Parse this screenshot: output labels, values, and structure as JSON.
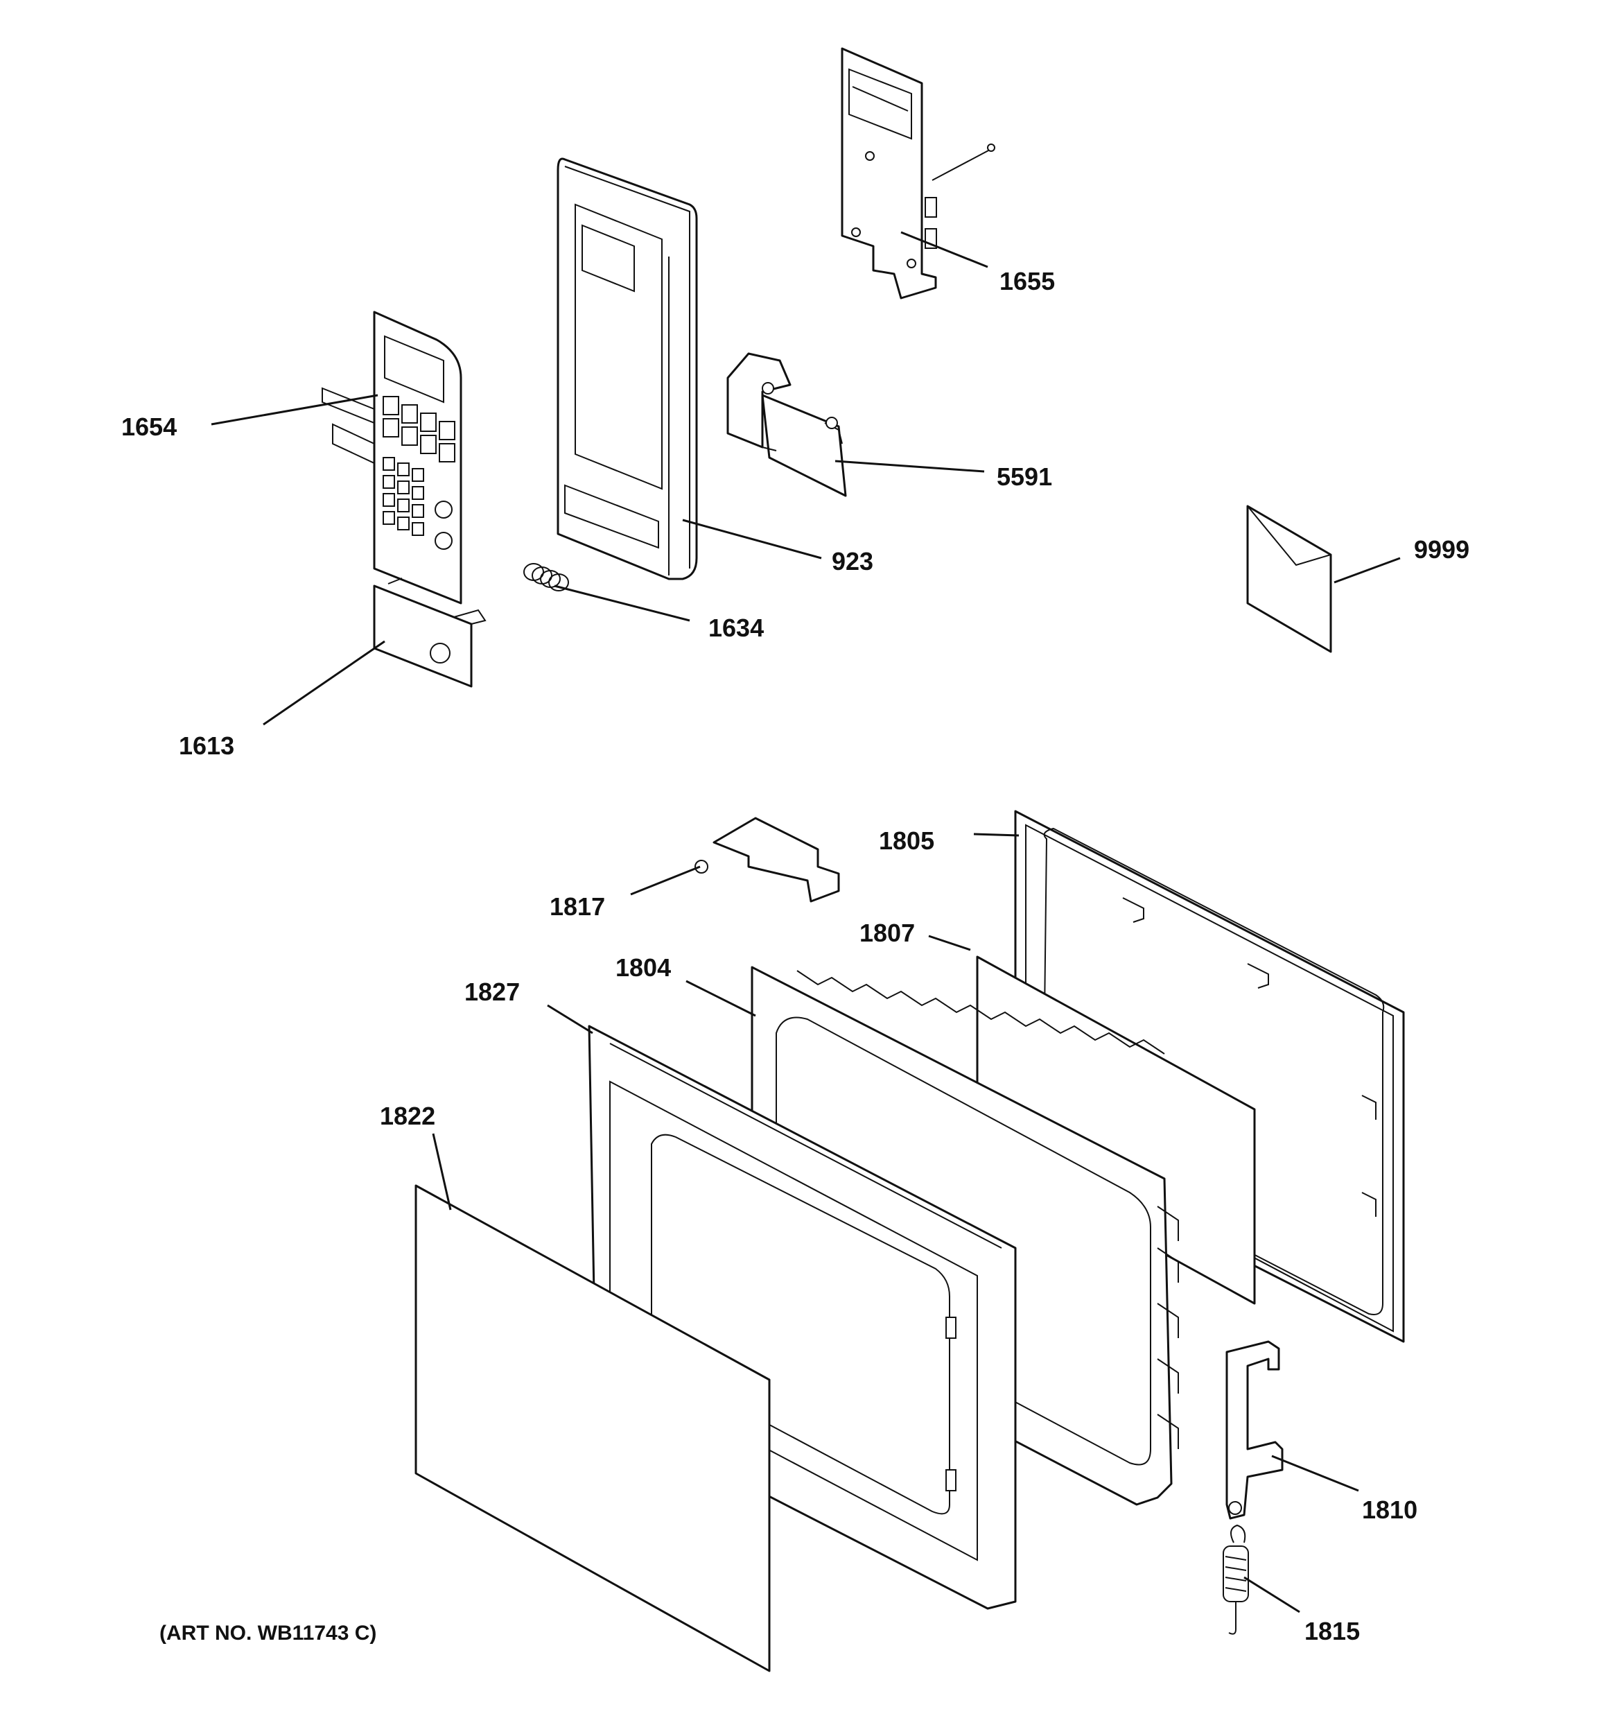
{
  "callouts": {
    "c1654": "1654",
    "c923": "923",
    "c1655": "1655",
    "c5591": "5591",
    "c9999": "9999",
    "c1634": "1634",
    "c1613": "1613",
    "c1805": "1805",
    "c1817": "1817",
    "c1807": "1807",
    "c1804": "1804",
    "c1827": "1827",
    "c1822": "1822",
    "c1810": "1810",
    "c1815": "1815"
  },
  "art_number": "(ART NO. WB11743 C)"
}
